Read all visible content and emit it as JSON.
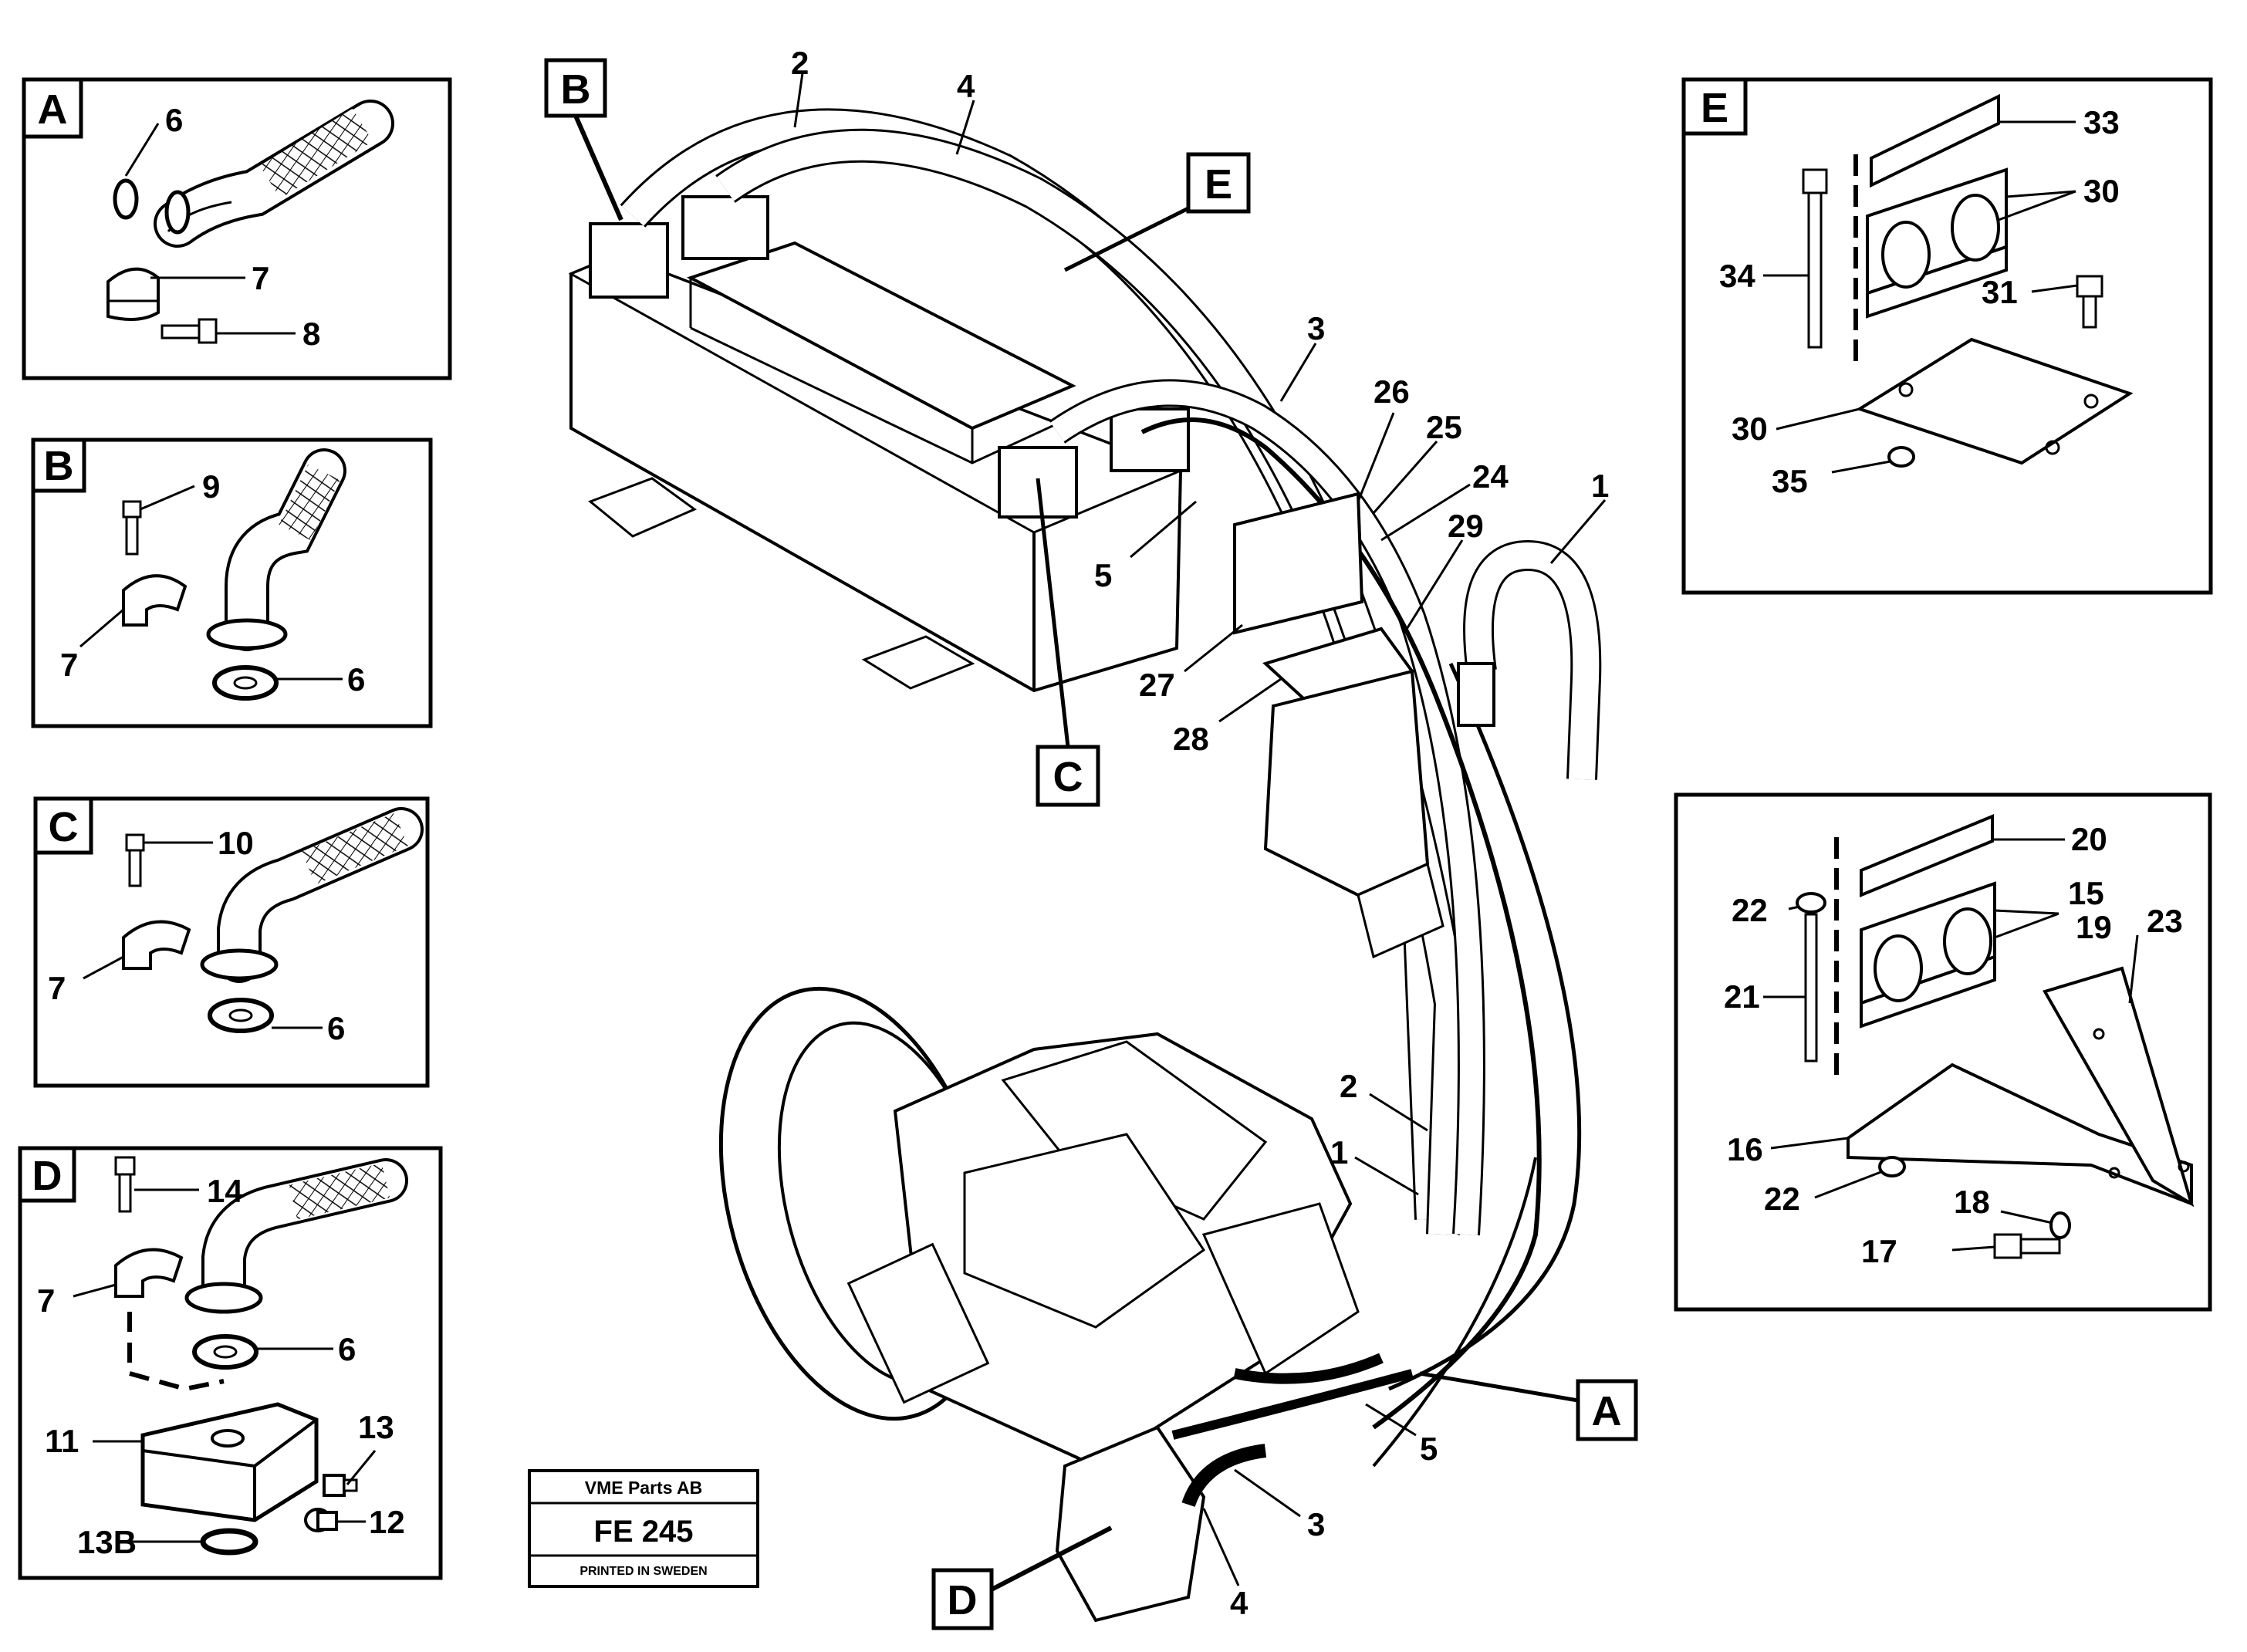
{
  "insets": {
    "A": {
      "letter": "A",
      "callouts": [
        "6",
        "7",
        "8"
      ]
    },
    "B": {
      "letter": "B",
      "callouts": [
        "9",
        "7",
        "6"
      ]
    },
    "C": {
      "letter": "C",
      "callouts": [
        "10",
        "7",
        "6"
      ]
    },
    "D": {
      "letter": "D",
      "callouts": [
        "14",
        "7",
        "6",
        "11",
        "13",
        "12",
        "13B"
      ]
    },
    "E": {
      "letter": "E",
      "callouts": [
        "33",
        "30",
        "34",
        "31",
        "30",
        "35"
      ]
    },
    "F": {
      "callouts": [
        "20",
        "22",
        "15",
        "19",
        "23",
        "21",
        "16",
        "22",
        "18",
        "17"
      ]
    }
  },
  "main_labels": {
    "boxes": [
      "B",
      "E",
      "C",
      "A",
      "D"
    ],
    "callouts": [
      "2",
      "4",
      "3",
      "26",
      "25",
      "24",
      "1",
      "29",
      "5",
      "27",
      "28",
      "2",
      "1",
      "5",
      "3",
      "4"
    ]
  },
  "title_block": {
    "company": "VME Parts AB",
    "code": "FE 245",
    "footer": "PRINTED IN SWEDEN"
  }
}
